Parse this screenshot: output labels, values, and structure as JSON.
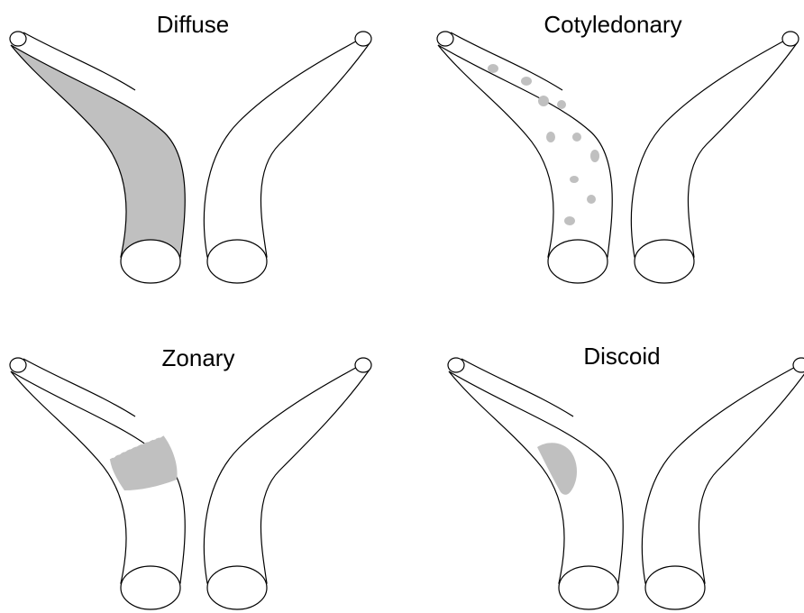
{
  "colors": {
    "placenta": "#c0c0c0",
    "outline": "#000000",
    "background": "#ffffff"
  },
  "panels": [
    {
      "key": "diffuse",
      "title": "Diffuse"
    },
    {
      "key": "cotyledonary",
      "title": "Cotyledonary"
    },
    {
      "key": "zonary",
      "title": "Zonary"
    },
    {
      "key": "discoid",
      "title": "Discoid"
    }
  ]
}
